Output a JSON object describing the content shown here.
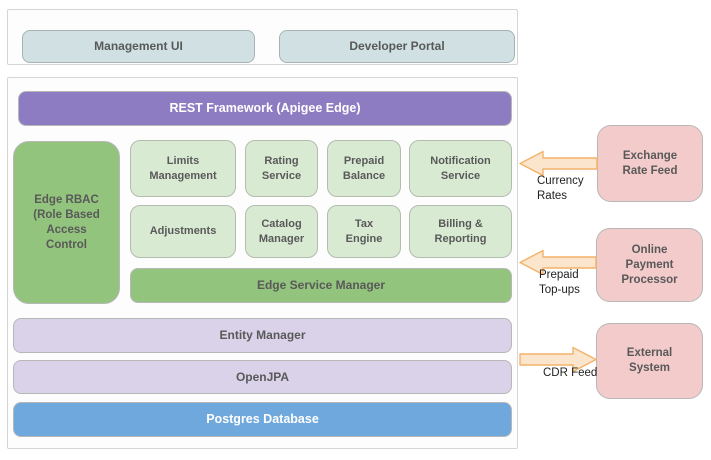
{
  "top_panel": {
    "management_ui": "Management UI",
    "developer_portal": "Developer Portal"
  },
  "main_panel": {
    "rest_framework": "REST Framework (Apigee Edge)",
    "edge_rbac": "Edge RBAC (Role Based Access Control",
    "services_row1": [
      "Limits Management",
      "Rating Service",
      "Prepaid Balance",
      "Notification Service"
    ],
    "services_row2": [
      "Adjustments",
      "Catalog Manager",
      "Tax Engine",
      "Billing & Reporting"
    ],
    "edge_service_manager": "Edge Service Manager",
    "entity_manager": "Entity Manager",
    "openjpa": "OpenJPA",
    "postgres_database": "Postgres Database"
  },
  "external_systems": [
    {
      "label": "Exchange Rate Feed",
      "arrow_label": "Currency Rates",
      "arrow_direction": "left"
    },
    {
      "label": "Online Payment Processor",
      "arrow_label": "Prepaid Top-ups",
      "arrow_direction": "left"
    },
    {
      "label": "External System",
      "arrow_label": "CDR Feed",
      "arrow_direction": "right"
    }
  ],
  "colors": {
    "panel_border": "#d5d5d5",
    "ui_box_fill": "#d0e0e3",
    "framework_purple": "#8e7cc3",
    "green_solid": "#93c47d",
    "green_light": "#d9ead3",
    "lavender": "#d9d2e9",
    "db_blue": "#6fa8dc",
    "external_pink": "#f3cbcb",
    "arrow_fill": "#fce5cd",
    "arrow_stroke": "#f3b269",
    "label_gray": "#595959"
  }
}
